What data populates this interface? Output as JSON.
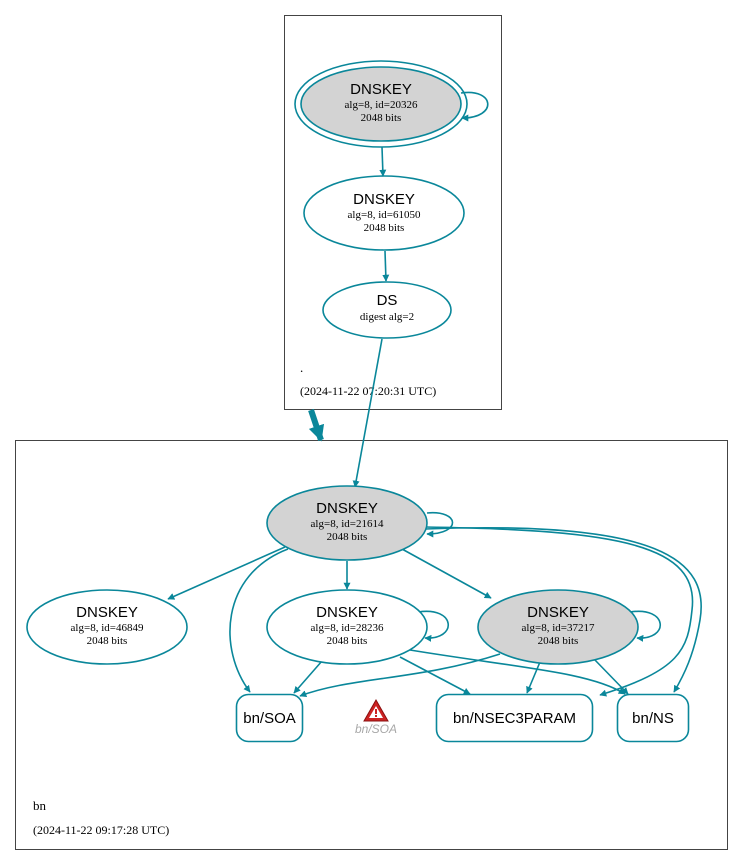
{
  "colors": {
    "edge": "#0a879a",
    "key_fill": "#d3d3d3",
    "warning": "#cc2222"
  },
  "zones": {
    "root": {
      "label": ".",
      "timestamp": "(2024-11-22 07:20:31 UTC)"
    },
    "bn": {
      "label": "bn",
      "timestamp": "(2024-11-22 09:17:28 UTC)"
    }
  },
  "nodes": {
    "root_ksk": {
      "type": "DNSKEY",
      "line1": "alg=8, id=20326",
      "line2": "2048 bits"
    },
    "root_zsk": {
      "type": "DNSKEY",
      "line1": "alg=8, id=61050",
      "line2": "2048 bits"
    },
    "ds": {
      "type": "DS",
      "line1": "digest alg=2"
    },
    "bn_ksk": {
      "type": "DNSKEY",
      "line1": "alg=8, id=21614",
      "line2": "2048 bits"
    },
    "key_46849": {
      "type": "DNSKEY",
      "line1": "alg=8, id=46849",
      "line2": "2048 bits"
    },
    "key_28236": {
      "type": "DNSKEY",
      "line1": "alg=8, id=28236",
      "line2": "2048 bits"
    },
    "key_37217": {
      "type": "DNSKEY",
      "line1": "alg=8, id=37217",
      "line2": "2048 bits"
    },
    "soa": {
      "label": "bn/SOA"
    },
    "nsec3param": {
      "label": "bn/NSEC3PARAM"
    },
    "ns": {
      "label": "bn/NS"
    }
  },
  "warning": {
    "label": "bn/SOA",
    "icon": "warning-triangle-icon"
  }
}
